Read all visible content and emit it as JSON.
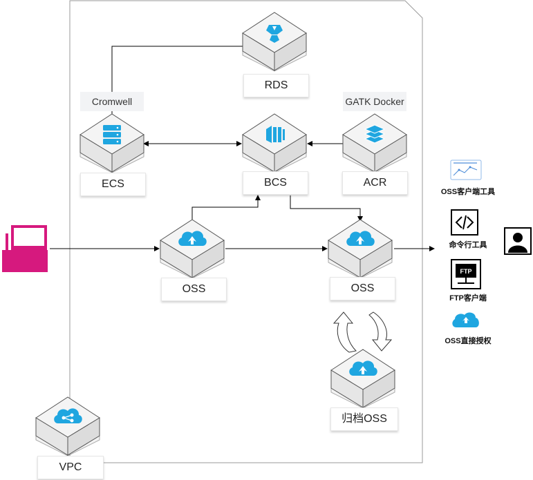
{
  "labels": {
    "rds": "RDS",
    "ecs": "ECS",
    "bcs": "BCS",
    "acr": "ACR",
    "oss_in": "OSS",
    "oss_out": "OSS",
    "archive_oss": "归档OSS",
    "vpc": "VPC",
    "cromwell": "Cromwell",
    "gatk": "GATK Docker"
  },
  "client_tools": {
    "oss_client": "OSS客户端工具",
    "cli": "命令行工具",
    "ftp_client": "FTP客户端",
    "oss_direct": "OSS直接授权"
  },
  "icon_text": {
    "ftp": "FTP"
  },
  "colors": {
    "accent": "#1fa6e0",
    "cube_face": "#f4f4f4",
    "cube_stroke": "#555555",
    "user_terminal": "#d6197e",
    "region_border": "#9a9a9a"
  }
}
